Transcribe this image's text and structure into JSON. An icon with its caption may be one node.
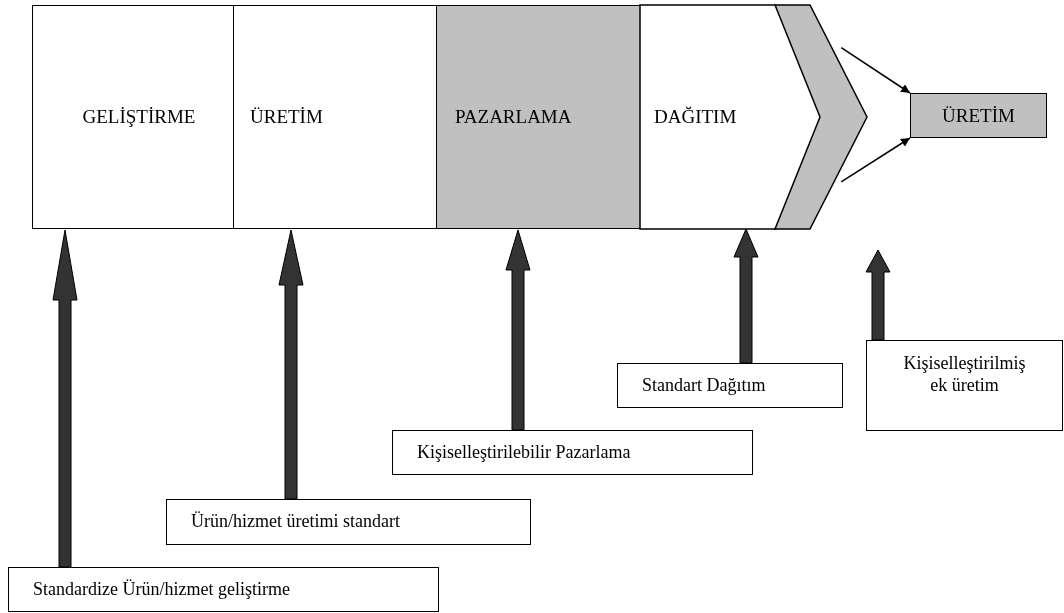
{
  "diagram": {
    "nodes": [
      {
        "text": [
          "GELİŞTİRME"
        ]
      },
      {
        "text": [
          "ÜRETİM"
        ]
      },
      {
        "text": [
          "PAZARLAMA"
        ]
      },
      {
        "text": [
          "DAĞITIM"
        ]
      },
      {
        "text": [],
        "shape": "chevron"
      },
      {
        "text": [
          "ÜRETİM"
        ]
      },
      {
        "text": [
          "Kişiselleştirilmiş ek üretim"
        ]
      },
      {
        "text": [
          "Standart Dağıtım"
        ]
      },
      {
        "text": [
          "Kişiselleştirilebilir Pazarlama"
        ]
      },
      {
        "text": [
          "Ürün/hizmet üretimi standart"
        ]
      },
      {
        "text": [
          "Standardize Ürün/hizmet geliştirme"
        ]
      }
    ],
    "edges": [
      {
        "from": 4,
        "to": 5,
        "arrow": "to"
      },
      {
        "from": 4,
        "to": 5,
        "arrow": "to"
      },
      {
        "from": 10,
        "to": 0,
        "arrow": "to",
        "style": "thick"
      },
      {
        "from": 9,
        "to": 1,
        "arrow": "to",
        "style": "thick"
      },
      {
        "from": 8,
        "to": 2,
        "arrow": "to",
        "style": "thick"
      },
      {
        "from": 7,
        "to": 3,
        "arrow": "to",
        "style": "thick"
      },
      {
        "from": 6,
        "to": null,
        "arrow": "to",
        "style": "thick"
      }
    ]
  }
}
